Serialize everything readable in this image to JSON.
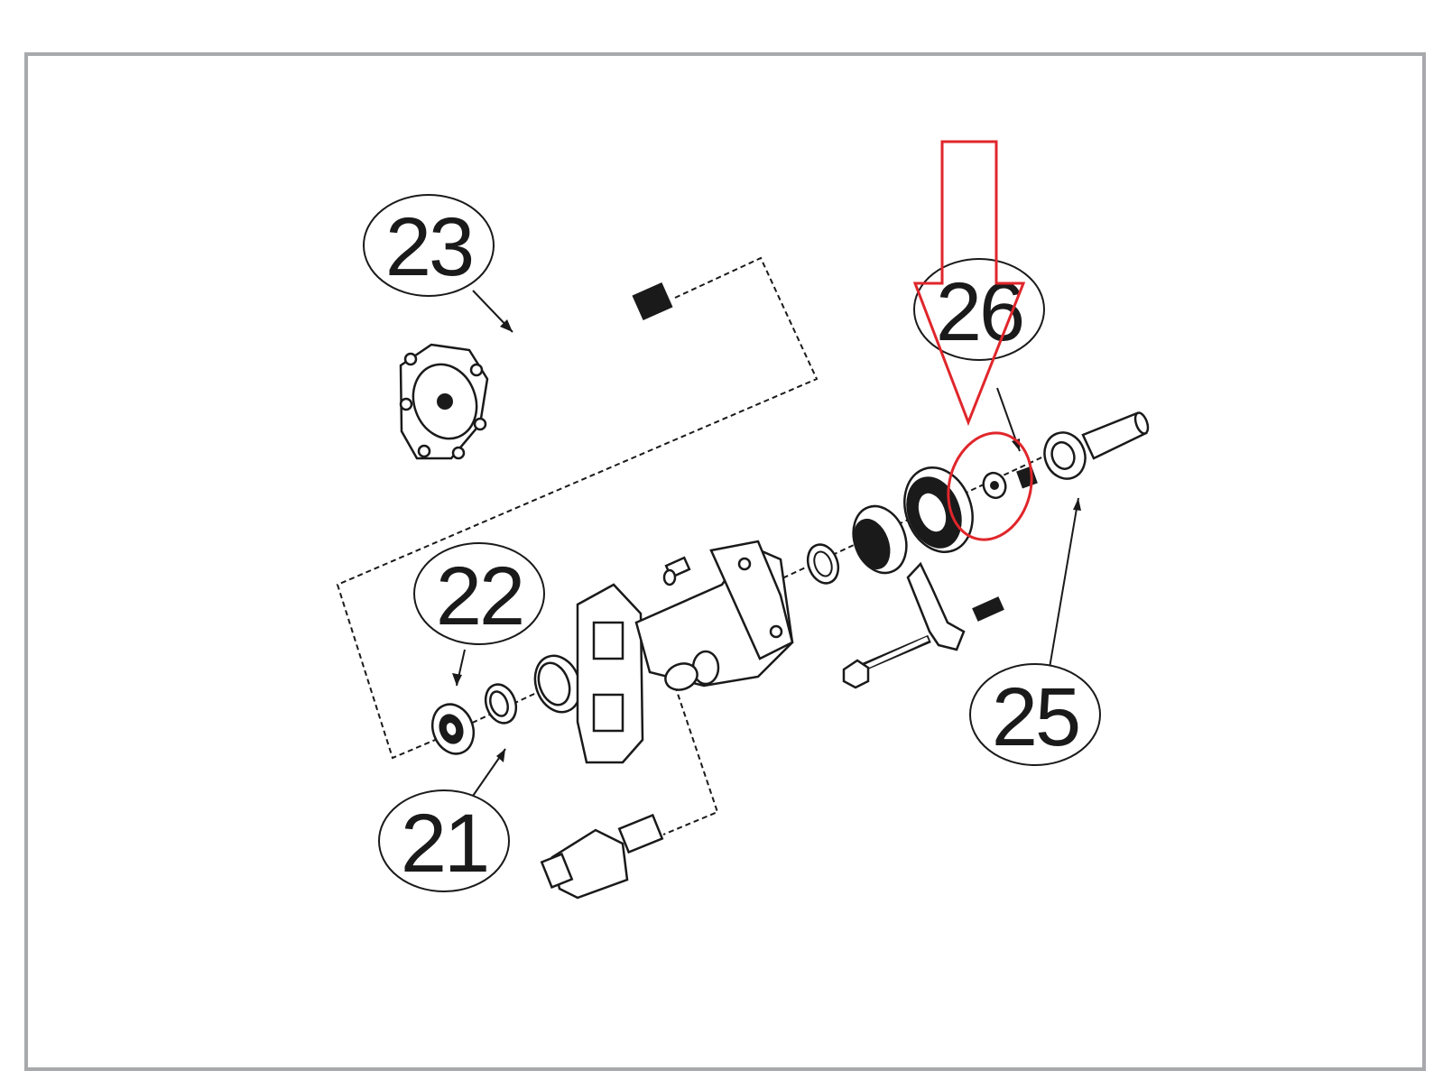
{
  "callouts": [
    {
      "id": "21",
      "label": "21"
    },
    {
      "id": "22",
      "label": "22"
    },
    {
      "id": "23",
      "label": "23"
    },
    {
      "id": "25",
      "label": "25"
    },
    {
      "id": "26",
      "label": "26"
    }
  ],
  "highlight": {
    "target_callout": "26",
    "color": "#e0262b",
    "marks": [
      "down-arrow",
      "circle"
    ]
  },
  "colors": {
    "frame": "#a7a9ac",
    "ink": "#1a1a1a",
    "background": "#ffffff"
  }
}
